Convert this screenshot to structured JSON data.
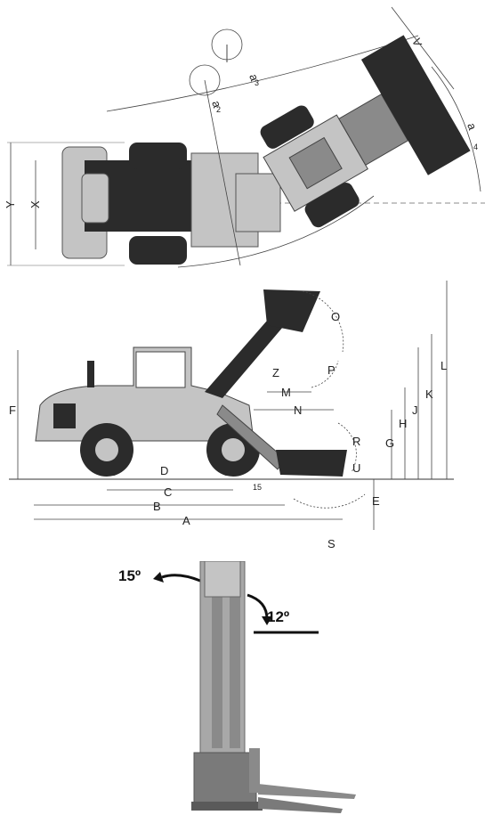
{
  "top_view": {
    "labels": {
      "v": "V",
      "a3": "a",
      "a3_sub": "3",
      "a2": "a",
      "a2_sub": "2",
      "a4": "a",
      "a4_sub": "4",
      "x": "X",
      "y": "Y"
    }
  },
  "side_view": {
    "labels": {
      "o": "O",
      "z": "Z",
      "p": "P",
      "m": "M",
      "n": "N",
      "r": "R",
      "u": "U",
      "d": "D",
      "c": "C",
      "b": "B",
      "a": "A",
      "e": "E",
      "s": "S",
      "f": "F",
      "g": "G",
      "h": "H",
      "j": "J",
      "k": "K",
      "l": "L",
      "fifteen": "15"
    }
  },
  "stacker": {
    "tilt_back": "15º",
    "tilt_forward": "12º"
  },
  "colors": {
    "dark": "#2b2b2b",
    "mid": "#8a8a8a",
    "light": "#c4c4c4",
    "line": "#444444"
  }
}
